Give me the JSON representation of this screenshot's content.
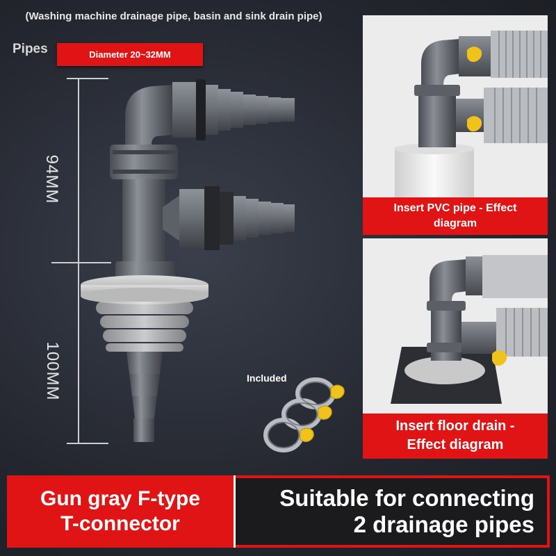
{
  "header": {
    "caption": "(Washing machine drainage pipe, basin and sink drain pipe)",
    "pipes_label": "Pipes",
    "diameter": "Diameter 20~32MM"
  },
  "dimensions": {
    "upper": "94MM",
    "lower": "100MM"
  },
  "accessories": {
    "included_label": "Included"
  },
  "panels": [
    {
      "caption_line1": "Insert PVC pipe - Effect",
      "caption_line2": "diagram"
    },
    {
      "caption_line1": "Insert floor drain -",
      "caption_line2": "Effect diagram"
    }
  ],
  "banner": {
    "left_line1": "Gun gray F-type",
    "left_line2": "T-connector",
    "right_line1": "Suitable for connecting",
    "right_line2": "2 drainage pipes"
  },
  "colors": {
    "accent_red": "#e01414",
    "pipe_gray": "#6d7178",
    "background": "#23262e"
  }
}
